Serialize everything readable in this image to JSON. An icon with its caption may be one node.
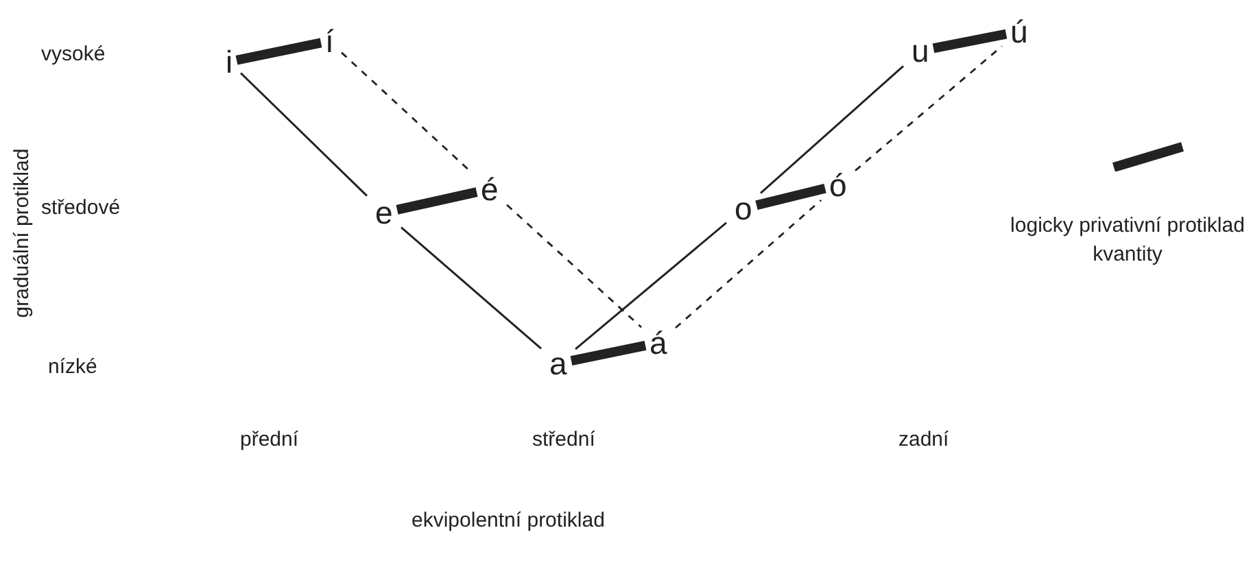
{
  "diagram": {
    "nodes": [
      {
        "text": [
          "i"
        ]
      },
      {
        "text": [
          "í"
        ]
      },
      {
        "text": [
          "e"
        ]
      },
      {
        "text": [
          "é"
        ]
      },
      {
        "text": [
          "a"
        ]
      },
      {
        "text": [
          "á"
        ]
      },
      {
        "text": [
          "o"
        ]
      },
      {
        "text": [
          "ó"
        ]
      },
      {
        "text": [
          "u"
        ]
      },
      {
        "text": [
          "ú"
        ]
      }
    ],
    "edges": [
      {
        "from": 0,
        "to": 2,
        "arrow": "none"
      },
      {
        "from": 2,
        "to": 4,
        "arrow": "none"
      },
      {
        "from": 4,
        "to": 6,
        "arrow": "none"
      },
      {
        "from": 6,
        "to": 8,
        "arrow": "none"
      },
      {
        "from": 1,
        "to": 3,
        "arrow": "none",
        "style": "dashed"
      },
      {
        "from": 3,
        "to": 5,
        "arrow": "none",
        "style": "dashed"
      },
      {
        "from": 5,
        "to": 7,
        "arrow": "none",
        "style": "dashed"
      },
      {
        "from": 7,
        "to": 9,
        "arrow": "none",
        "style": "dashed"
      },
      {
        "from": 0,
        "to": 1,
        "arrow": "none",
        "style": "thick"
      },
      {
        "from": 2,
        "to": 3,
        "arrow": "none",
        "style": "thick"
      },
      {
        "from": 4,
        "to": 5,
        "arrow": "none",
        "style": "thick"
      },
      {
        "from": 6,
        "to": 7,
        "arrow": "none",
        "style": "thick"
      },
      {
        "from": 8,
        "to": 9,
        "arrow": "none",
        "style": "thick"
      }
    ],
    "labels": [
      "vysoké",
      "graduální protiklad",
      "středové",
      "nízké",
      "přední",
      "střední",
      "zadní",
      "ekvipolentní protiklad"
    ],
    "legend": [
      {
        "text": "logicky privativní protiklad kvantity"
      }
    ]
  }
}
